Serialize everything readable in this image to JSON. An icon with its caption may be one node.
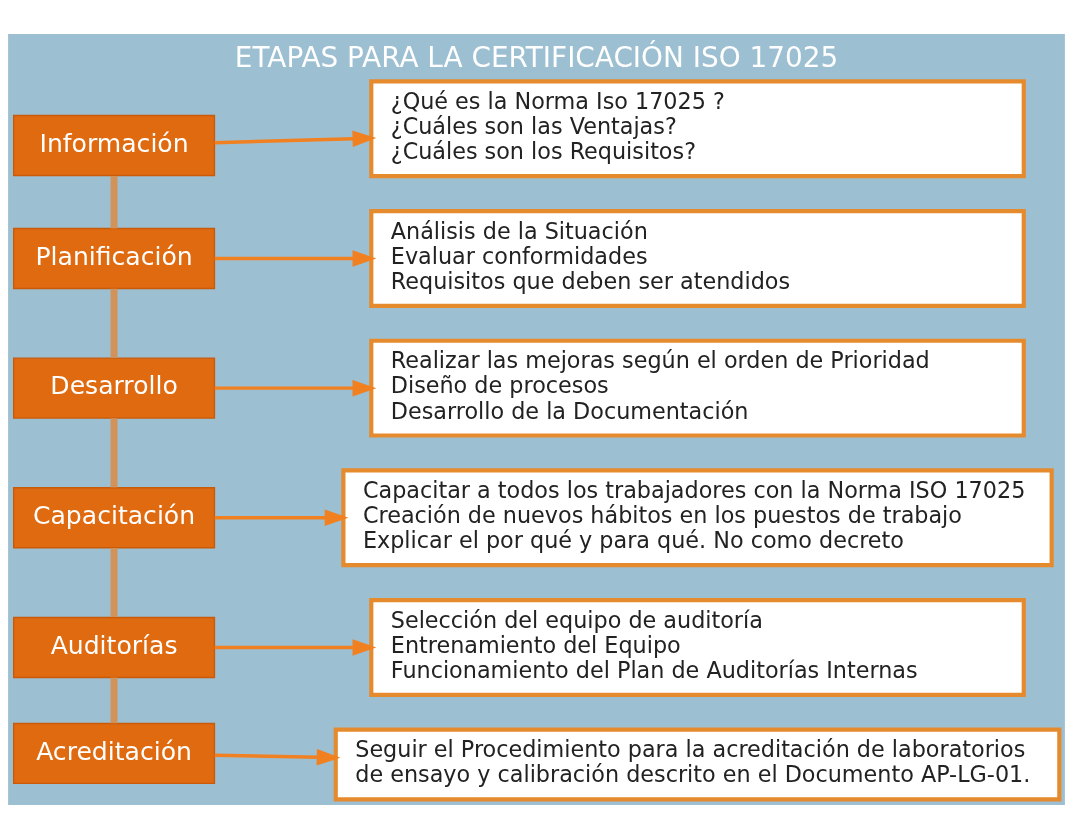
{
  "diagram": {
    "title": "ETAPAS PARA LA CERTIFICACIÓN ISO 17025",
    "nodes": [
      {
        "text": [
          "Información"
        ]
      },
      {
        "text": [
          "¿Qué es la Norma Iso 17025 ?",
          "¿Cuáles son las Ventajas?",
          "¿Cuáles son los Requisitos?"
        ]
      },
      {
        "text": [
          "Planificación"
        ]
      },
      {
        "text": [
          "Análisis de la Situación",
          "Evaluar conformidades",
          "Requisitos que deben ser atendidos"
        ]
      },
      {
        "text": [
          "Desarrollo"
        ]
      },
      {
        "text": [
          "Realizar las mejoras según el orden de Prioridad",
          "Diseño de procesos",
          "Desarrollo de la Documentación"
        ]
      },
      {
        "text": [
          "Capacitación"
        ]
      },
      {
        "text": [
          "Capacitar a todos los trabajadores con la Norma ISO 17025",
          "Creación de nuevos hábitos en los puestos de trabajo",
          "Explicar el por qué y para qué. No como decreto"
        ]
      },
      {
        "text": [
          "Auditorías"
        ]
      },
      {
        "text": [
          "Selección del equipo de auditoría",
          "Entrenamiento del Equipo",
          "Funcionamiento del Plan de Auditorías Internas"
        ]
      },
      {
        "text": [
          "Acreditación"
        ]
      },
      {
        "text": [
          "Seguir el Procedimiento para la acreditación de laboratorios de ensayo y calibración descrito en el Documento AP-LG-01."
        ]
      }
    ],
    "edges": [
      {
        "from": 0,
        "to": 1,
        "arrow": "to"
      },
      {
        "from": 2,
        "to": 3,
        "arrow": "to"
      },
      {
        "from": 4,
        "to": 5,
        "arrow": "to"
      },
      {
        "from": 6,
        "to": 7,
        "arrow": "to"
      },
      {
        "from": 8,
        "to": 9,
        "arrow": "to"
      },
      {
        "from": 10,
        "to": 11,
        "arrow": "to"
      },
      {
        "from": 0,
        "to": 2,
        "arrow": "none",
        "style": "thick",
        "color": "#d2935a"
      },
      {
        "from": 2,
        "to": 4,
        "arrow": "none",
        "style": "thick",
        "color": "#d2935a"
      },
      {
        "from": 4,
        "to": 6,
        "arrow": "none",
        "style": "thick",
        "color": "#d2935a"
      },
      {
        "from": 6,
        "to": 8,
        "arrow": "none",
        "style": "thick",
        "color": "#d2935a"
      },
      {
        "from": 8,
        "to": 10,
        "arrow": "none",
        "style": "thick",
        "color": "#d2935a"
      }
    ]
  }
}
